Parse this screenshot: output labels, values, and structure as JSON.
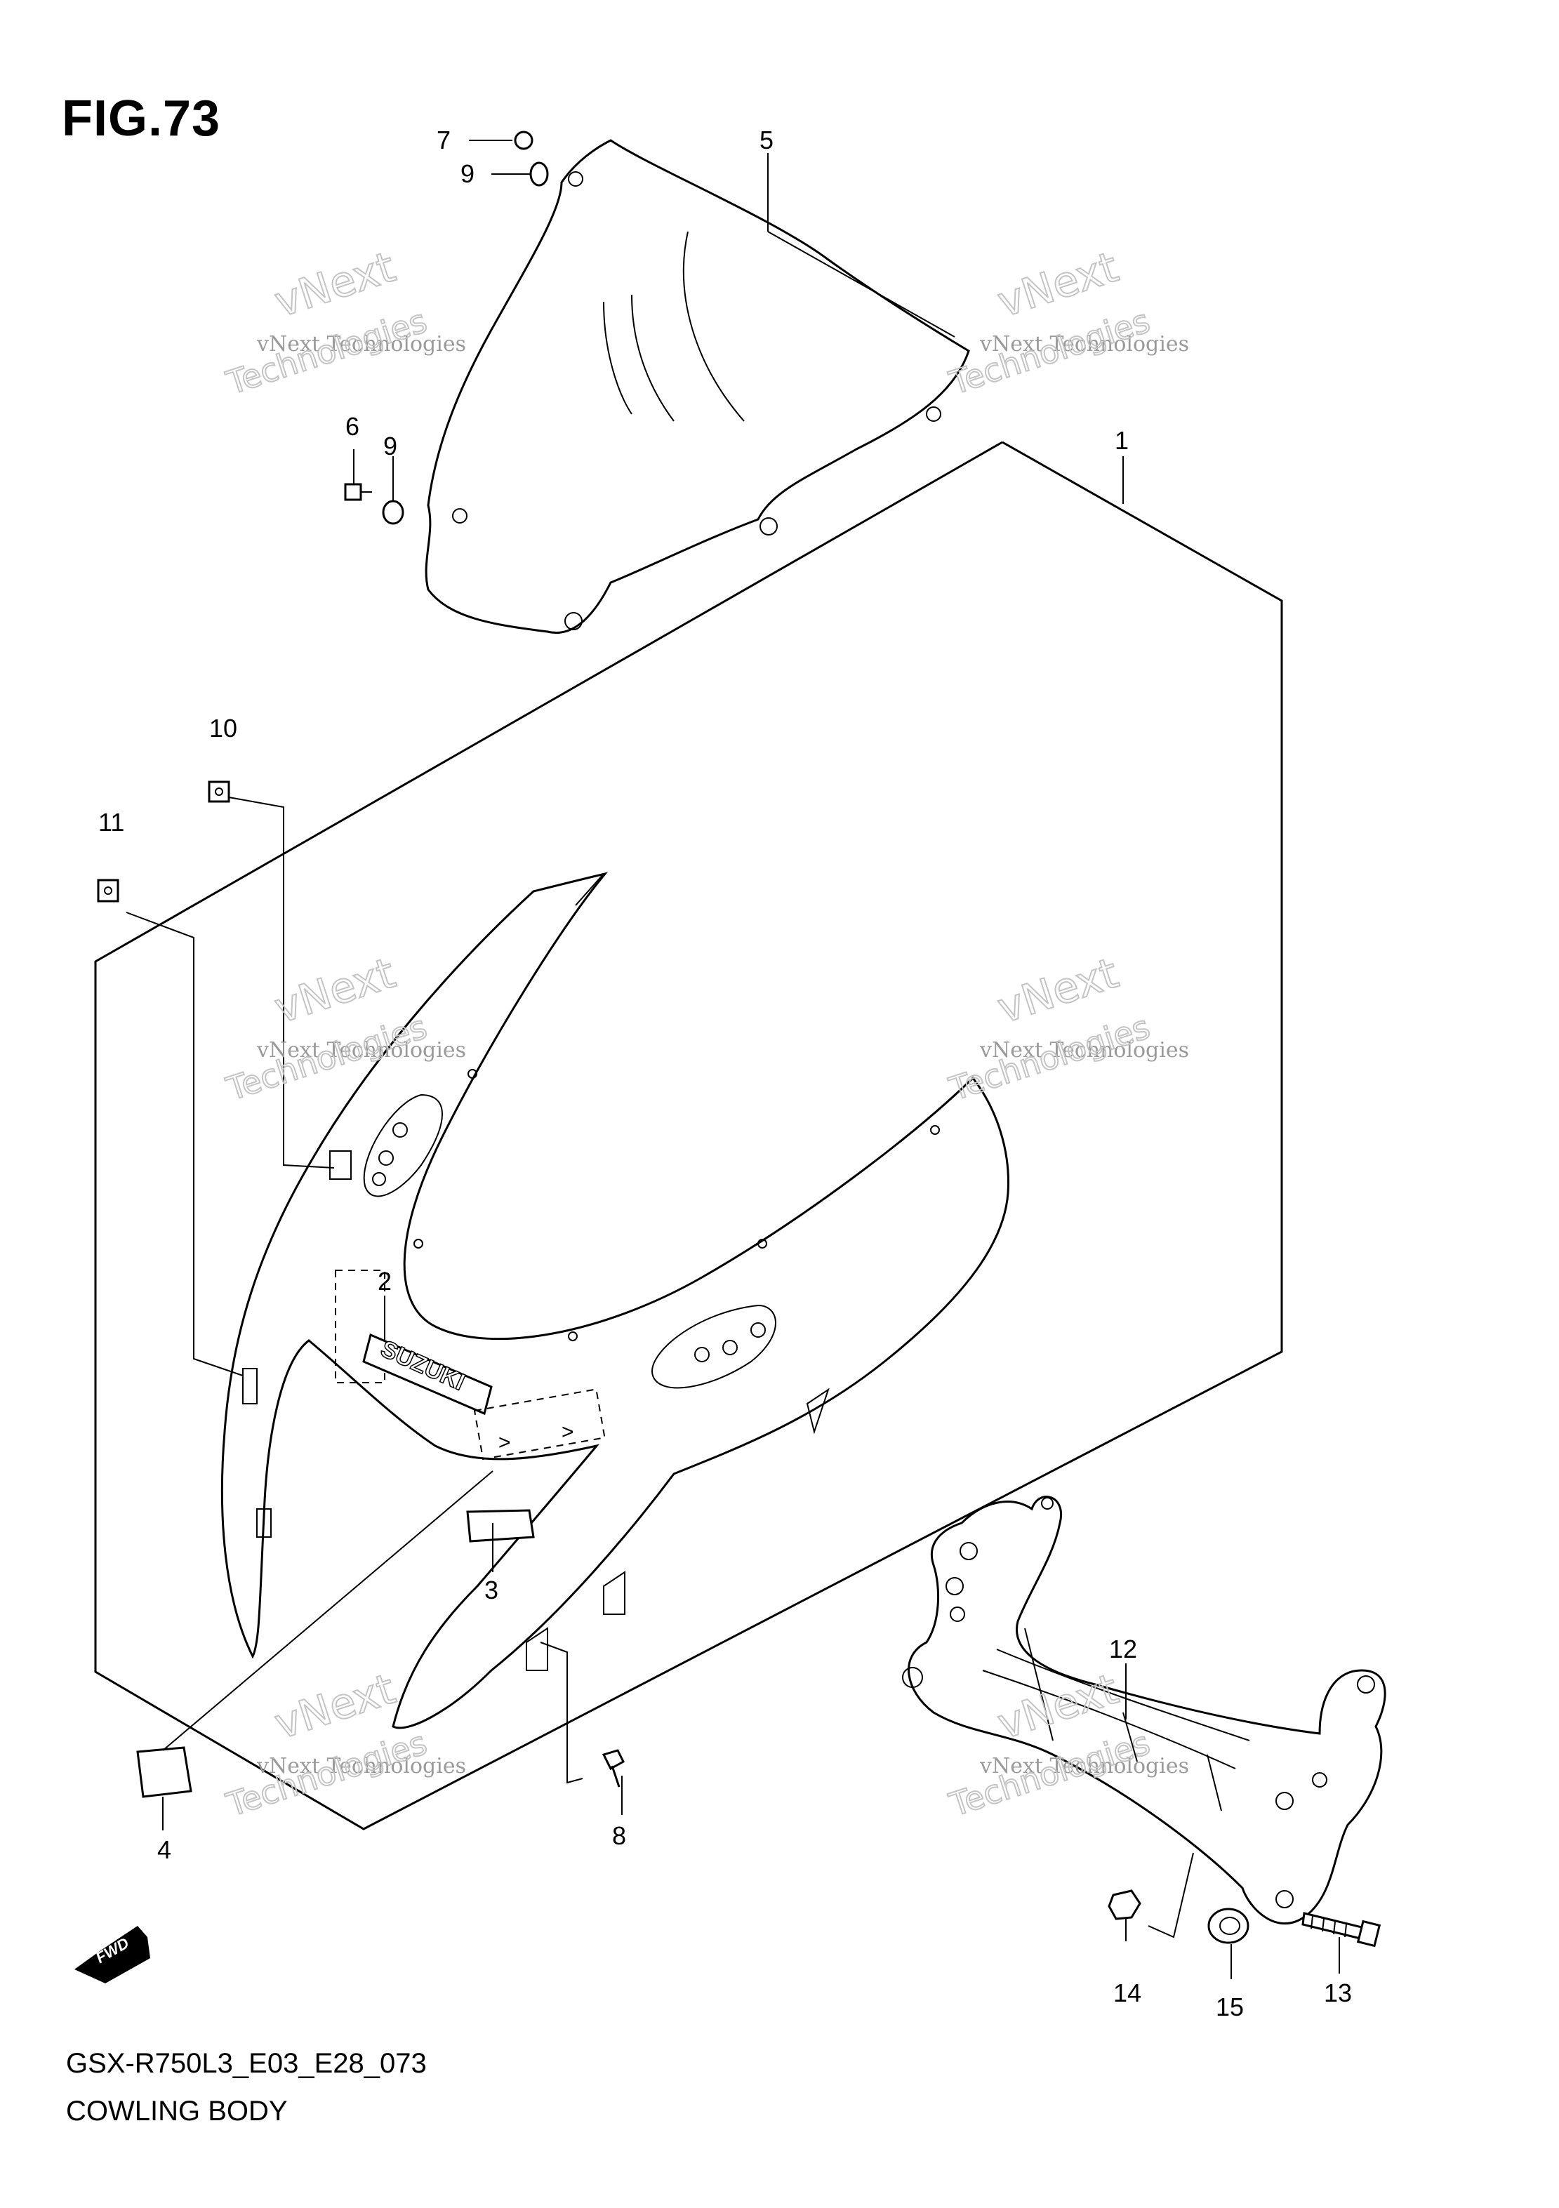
{
  "figure": {
    "title": "FIG.73",
    "model_code": "GSX-R750L3_E03_E28_073",
    "assembly_name": "COWLING BODY",
    "emblem_text": "SUZUKI",
    "direction_mark": "FWD"
  },
  "watermark": {
    "line1": "vNext",
    "line2": "vNext Technologies",
    "line3": "Technologies"
  },
  "callouts": [
    {
      "id": "1",
      "label": "1"
    },
    {
      "id": "2",
      "label": "2"
    },
    {
      "id": "3",
      "label": "3"
    },
    {
      "id": "4",
      "label": "4"
    },
    {
      "id": "5",
      "label": "5"
    },
    {
      "id": "6",
      "label": "6"
    },
    {
      "id": "7",
      "label": "7"
    },
    {
      "id": "8",
      "label": "8"
    },
    {
      "id": "9a",
      "label": "9"
    },
    {
      "id": "9b",
      "label": "9"
    },
    {
      "id": "10",
      "label": "10"
    },
    {
      "id": "11",
      "label": "11"
    },
    {
      "id": "12",
      "label": "12"
    },
    {
      "id": "13",
      "label": "13"
    },
    {
      "id": "14",
      "label": "14"
    },
    {
      "id": "15",
      "label": "15"
    }
  ]
}
